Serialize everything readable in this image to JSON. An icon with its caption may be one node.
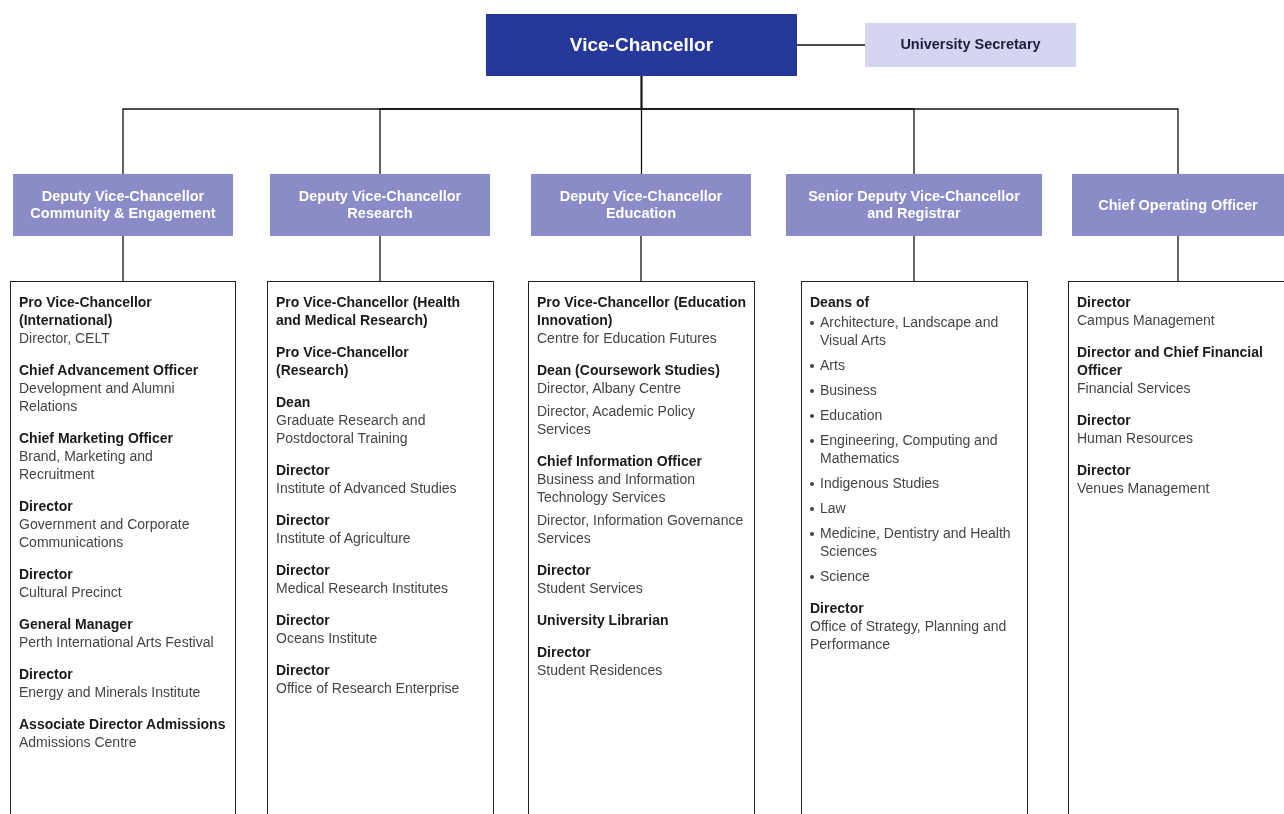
{
  "diagram": {
    "nodes": [
      {
        "text": [
          "Vice-Chancellor"
        ]
      },
      {
        "text": [
          "University Secretary"
        ]
      },
      {
        "text": [
          "Deputy Vice-Chancellor Community & Engagement"
        ]
      },
      {
        "text": [
          "Deputy Vice-Chancellor Research"
        ]
      },
      {
        "text": [
          "Deputy Vice-Chancellor Education"
        ]
      },
      {
        "text": [
          "Senior Deputy Vice-Chancellor and Registrar"
        ]
      },
      {
        "text": [
          "Chief Operating Officer"
        ]
      },
      {
        "text": [],
        "shape": "box"
      },
      {
        "text": [
          "Pro Vice-Chancellor (International)",
          "Director, CELT"
        ],
        "in": 7
      },
      {
        "text": [
          "Chief Advancement Officer",
          "Development and Alumni Relations"
        ],
        "in": 7
      },
      {
        "text": [
          "Chief Marketing Officer",
          "Brand, Marketing and Recruitment"
        ],
        "in": 7
      },
      {
        "text": [
          "Director",
          "Government and Corporate Communications"
        ],
        "in": 7
      },
      {
        "text": [
          "Director",
          "Cultural Precinct"
        ],
        "in": 7
      },
      {
        "text": [
          "General Manager",
          "Perth International Arts Festival"
        ],
        "in": 7
      },
      {
        "text": [
          "Director",
          "Energy and Minerals Institute"
        ],
        "in": 7
      },
      {
        "text": [
          "Associate Director Admissions",
          "Admissions Centre"
        ],
        "in": 7
      },
      {
        "text": [],
        "shape": "box"
      },
      {
        "text": [
          "Pro Vice-Chancellor (Health and Medical Research)"
        ],
        "in": 16
      },
      {
        "text": [
          "Pro Vice-Chancellor (Research)"
        ],
        "in": 16
      },
      {
        "text": [
          "Dean",
          "Graduate Research and Postdoctoral Training"
        ],
        "in": 16
      },
      {
        "text": [
          "Director",
          "Institute of Advanced Studies"
        ],
        "in": 16
      },
      {
        "text": [
          "Director",
          "Institute of Agriculture"
        ],
        "in": 16
      },
      {
        "text": [
          "Director",
          "Medical Research Institutes"
        ],
        "in": 16
      },
      {
        "text": [
          "Director",
          "Oceans Institute"
        ],
        "in": 16
      },
      {
        "text": [
          "Director",
          "Office of Research Enterprise"
        ],
        "in": 16
      },
      {
        "text": [],
        "shape": "box"
      },
      {
        "text": [
          "Pro Vice-Chancellor (Education Innovation)",
          "Centre for Education Futures"
        ],
        "in": 25
      },
      {
        "text": [
          "Dean (Coursework Studies)",
          "Director, Albany Centre",
          "Director, Academic Policy Services"
        ],
        "in": 25
      },
      {
        "text": [
          "Chief Information Officer",
          "Business and Information Technology Services",
          "Director, Information Governance Services"
        ],
        "in": 25
      },
      {
        "text": [
          "Director",
          "Student Services"
        ],
        "in": 25
      },
      {
        "text": [
          "University Librarian"
        ],
        "in": 25
      },
      {
        "text": [
          "Director",
          "Student Residences"
        ],
        "in": 25
      },
      {
        "text": [],
        "shape": "box"
      },
      {
        "text": [
          "Deans of"
        ],
        "in": 32
      },
      {
        "text": [
          "Architecture, Landscape and Visual Arts"
        ],
        "in": 33
      },
      {
        "text": [
          "Arts"
        ],
        "in": 33
      },
      {
        "text": [
          "Business"
        ],
        "in": 33
      },
      {
        "text": [
          "Education"
        ],
        "in": 33
      },
      {
        "text": [
          "Engineering, Computing and Mathematics"
        ],
        "in": 33
      },
      {
        "text": [
          "Indigenous Studies"
        ],
        "in": 33
      },
      {
        "text": [
          "Law"
        ],
        "in": 33
      },
      {
        "text": [
          "Medicine, Dentistry and Health Sciences"
        ],
        "in": 33
      },
      {
        "text": [
          "Science"
        ],
        "in": 33
      },
      {
        "text": [
          "Director",
          "Office of Strategy, Planning and Performance"
        ],
        "in": 32
      },
      {
        "text": [],
        "shape": "box"
      },
      {
        "text": [
          "Director",
          "Campus Management"
        ],
        "in": 44
      },
      {
        "text": [
          "Director and Chief Financial Officer",
          "Financial Services"
        ],
        "in": 44
      },
      {
        "text": [
          "Director",
          "Human Resources"
        ],
        "in": 44
      },
      {
        "text": [
          "Director",
          "Venues Management"
        ],
        "in": 44
      }
    ],
    "edges": [
      {
        "from": 0,
        "to": 1,
        "arrow": "none"
      },
      {
        "from": 0,
        "to": 2,
        "arrow": "none"
      },
      {
        "from": 0,
        "to": 3,
        "arrow": "none"
      },
      {
        "from": 0,
        "to": 4,
        "arrow": "none"
      },
      {
        "from": 0,
        "to": 5,
        "arrow": "none"
      },
      {
        "from": 0,
        "to": 6,
        "arrow": "none"
      },
      {
        "from": 2,
        "to": 7,
        "arrow": "none"
      },
      {
        "from": 3,
        "to": 16,
        "arrow": "none"
      },
      {
        "from": 4,
        "to": 25,
        "arrow": "none"
      },
      {
        "from": 5,
        "to": 32,
        "arrow": "none"
      },
      {
        "from": 6,
        "to": 44,
        "arrow": "none"
      }
    ]
  }
}
